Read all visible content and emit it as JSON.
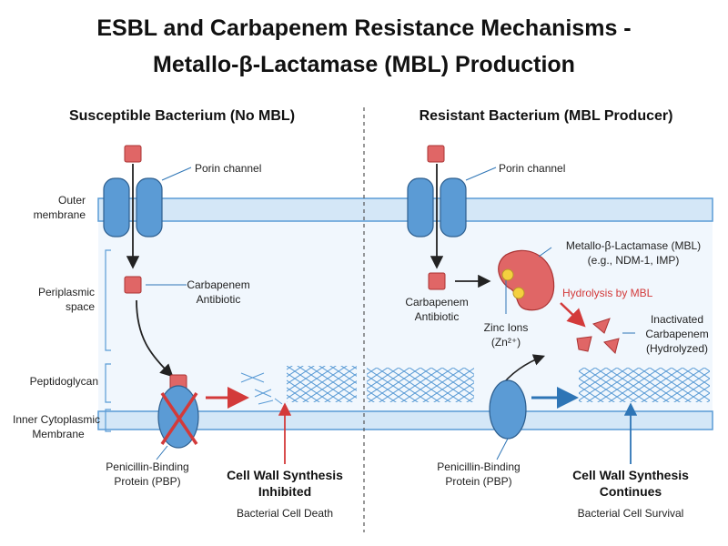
{
  "title": {
    "line1": "ESBL and Carbapenem Resistance Mechanisms -",
    "line2": "Metallo-β-Lactamase (MBL) Production"
  },
  "left": {
    "heading": "Susceptible Bacterium (No MBL)",
    "porin": "Porin channel",
    "carbapenem_line1": "Carbapenem",
    "carbapenem_line2": "Antibiotic",
    "pbp_line1": "Penicillin-Binding",
    "pbp_line2": "Protein (PBP)",
    "outcome_line1": "Cell Wall Synthesis",
    "outcome_line2": "Inhibited",
    "result": "Bacterial Cell Death"
  },
  "right": {
    "heading": "Resistant Bacterium (MBL Producer)",
    "porin": "Porin channel",
    "mbl_line1": "Metallo-β-Lactamase (MBL)",
    "mbl_line2": "(e.g., NDM-1, IMP)",
    "hydrolysis": "Hydrolysis by MBL",
    "carbapenem_line1": "Carbapenem",
    "carbapenem_line2": "Antibiotic",
    "zinc_line1": "Zinc Ions",
    "zinc_line2": "(Zn²⁺)",
    "inactivated_line1": "Inactivated",
    "inactivated_line2": "Carbapenem",
    "inactivated_line3": "(Hydrolyzed)",
    "pbp_line1": "Penicillin-Binding",
    "pbp_line2": "Protein (PBP)",
    "outcome_line1": "Cell Wall Synthesis",
    "outcome_line2": "Continues",
    "result": "Bacterial Cell Survival"
  },
  "layers": {
    "outer_line1": "Outer",
    "outer_line2": "membrane",
    "peri_line1": "Periplasmic",
    "peri_line2": "space",
    "peptidoglycan": "Peptidoglycan",
    "inner_line1": "Inner Cytoplasmic",
    "inner_line2": "Membrane"
  },
  "colors": {
    "membrane": "#d4e7f7",
    "membrane_edge": "#5a9bd5",
    "periplasm": "#eef5fc",
    "protein": "#5b9bd5",
    "antibiotic": "#e06666",
    "mbl": "#e06666",
    "zinc": "#f4d03f",
    "inhibit": "#d33a3a",
    "continue": "#2e75b6"
  }
}
